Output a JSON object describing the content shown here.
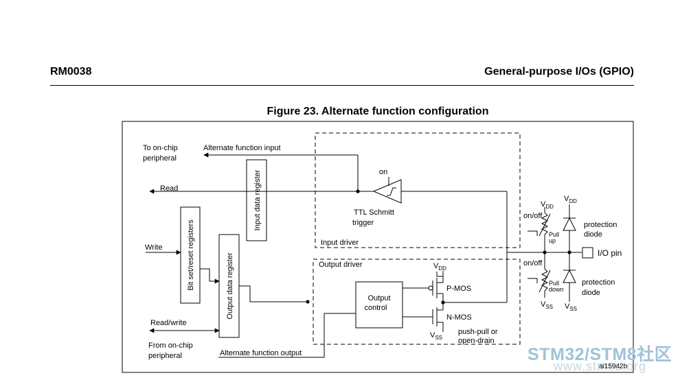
{
  "header": {
    "left": "RM0038",
    "right": "General-purpose I/Os (GPIO)"
  },
  "figure": {
    "title": "Figure 23. Alternate function configuration",
    "code": "ai15942b",
    "labels": {
      "to_onchip_1": "To on-chip",
      "to_onchip_2": "peripheral",
      "alt_input": "Alternate function input",
      "read": "Read",
      "write": "Write",
      "read_write": "Read/write",
      "from_onchip_1": "From on-chip",
      "from_onchip_2": "peripheral",
      "alt_output": "Alternate function output",
      "input_data_register": "Input data register",
      "bit_set_reset": "Bit set/reset registers",
      "output_data_register": "Output data register",
      "on": "on",
      "ttl_1": "TTL Schmitt",
      "ttl_2": "trigger",
      "input_driver": "Input driver",
      "output_driver": "Output driver",
      "output_control_1": "Output",
      "output_control_2": "control",
      "vdd_main": "V",
      "vdd_sub": "DD",
      "vss_main": "V",
      "vss_sub": "SS",
      "pmos": "P-MOS",
      "nmos": "N-MOS",
      "push_pull_1": "push-pull or",
      "push_pull_2": "open-drain",
      "on_off": "on/off",
      "pull_up_1": "Pull",
      "pull_up_2": "up",
      "pull_down_1": "Pull",
      "pull_down_2": "down",
      "protection_1": "protection",
      "protection_2": "diode",
      "io_pin": "I/O pin"
    }
  },
  "watermark": {
    "brand": "STM32/STM8社区",
    "url": "www.stmcu.org"
  }
}
